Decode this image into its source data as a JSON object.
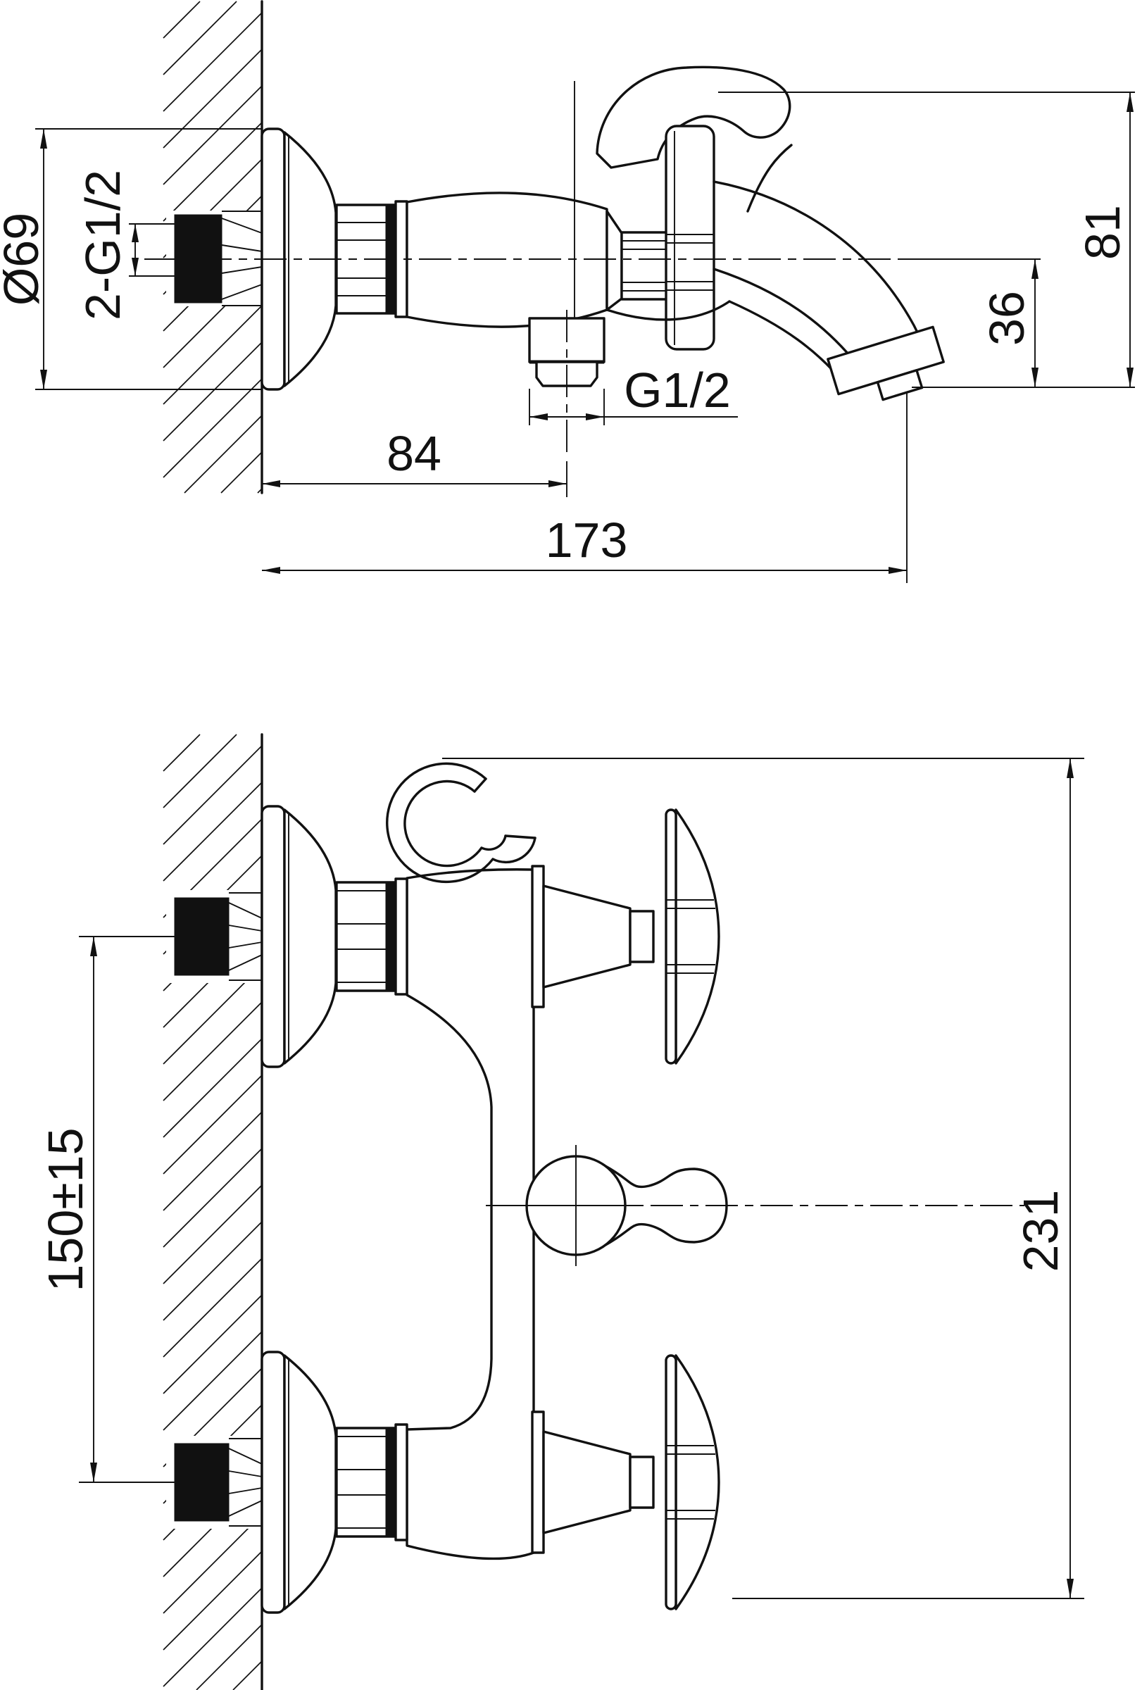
{
  "drawing": {
    "title": "wall-mounted bath mixer installation drawing",
    "paper_color": "#ffffff",
    "ink_color": "#111111",
    "side_view": {
      "dimensions": {
        "flange_diameter": "Ø69",
        "wall_inlets_thread": "2-G1/2",
        "shower_outlet_thread": "G1/2",
        "wall_to_outlet_axis": "84",
        "wall_to_spout_tip": "173",
        "top_to_spout_outlet_height": "81",
        "axis_to_spout_outlet_drop": "36"
      }
    },
    "front_view": {
      "dimensions": {
        "inlet_centers_spacing": "150±15",
        "overall_height": "231"
      }
    }
  }
}
